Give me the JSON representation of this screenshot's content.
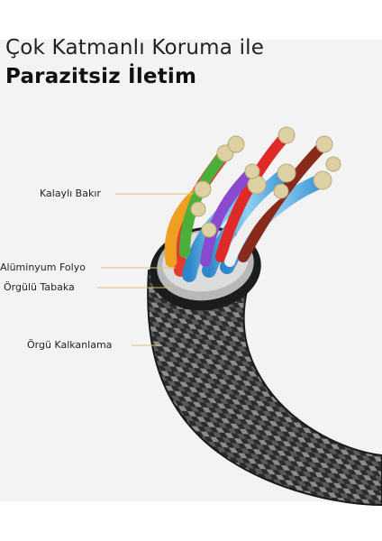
{
  "heading": {
    "line1": "Çok Katmanlı Koruma ile",
    "line2": "Parazitsiz İletim"
  },
  "labels": {
    "kalayli_bakir": "Kalaylı Bakır",
    "aluminyum_folyo": "Alüminyum Folyo",
    "orgulu_tabaka": "Örgülü Tabaka",
    "orgu_kalkanlama": "Örgü Kalkanlama"
  },
  "colors": {
    "background": "#f3f3f3",
    "braid_dark": "#2a2a2a",
    "braid_light": "#9a9a9a",
    "wire_blue": "#5fb4e6",
    "copper": "#d9c89a"
  }
}
